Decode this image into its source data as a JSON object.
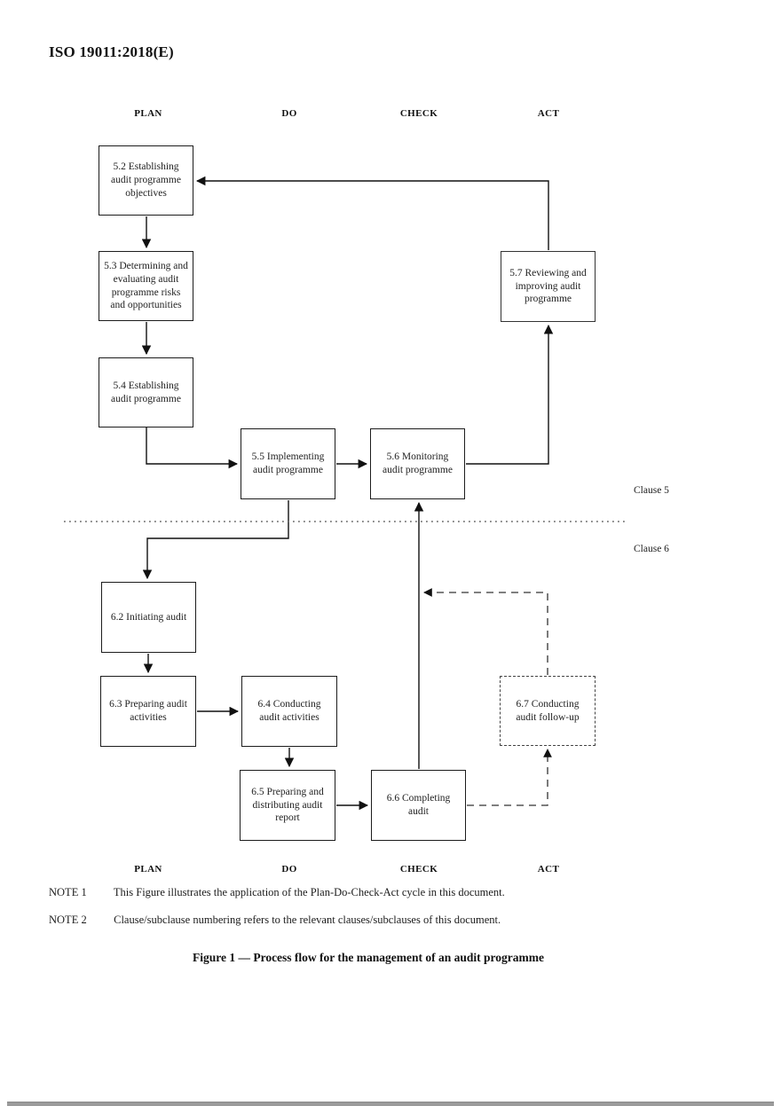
{
  "page": {
    "doc_id": "ISO 19011:2018(E)",
    "figure_caption": "Figure 1 — Process flow for the management of an audit programme",
    "notes": [
      {
        "label": "NOTE 1",
        "text": "This Figure illustrates the application of the Plan-Do-Check-Act cycle in this document."
      },
      {
        "label": "NOTE 2",
        "text": "Clause/subclause numbering refers to the relevant clauses/subclauses of this document."
      }
    ]
  },
  "diagram": {
    "column_headers": [
      "PLAN",
      "DO",
      "CHECK",
      "ACT"
    ],
    "clause_labels": [
      "Clause 5",
      "Clause 6"
    ],
    "nodes": [
      {
        "id": "5.2",
        "label": "5.2 Establishing audit programme objectives",
        "style": "solid"
      },
      {
        "id": "5.3",
        "label": "5.3 Determining and evaluating audit programme risks and opportunities",
        "style": "solid"
      },
      {
        "id": "5.4",
        "label": "5.4 Establishing audit programme",
        "style": "solid"
      },
      {
        "id": "5.5",
        "label": "5.5 Implementing audit programme",
        "style": "solid"
      },
      {
        "id": "5.6",
        "label": "5.6 Monitoring audit programme",
        "style": "solid"
      },
      {
        "id": "5.7",
        "label": "5.7 Reviewing and improving audit programme",
        "style": "solid"
      },
      {
        "id": "6.2",
        "label": "6.2 Initiating audit",
        "style": "solid"
      },
      {
        "id": "6.3",
        "label": "6.3 Preparing audit activities",
        "style": "solid"
      },
      {
        "id": "6.4",
        "label": "6.4 Conducting audit activities",
        "style": "solid"
      },
      {
        "id": "6.5",
        "label": "6.5 Preparing and distributing audit report",
        "style": "solid"
      },
      {
        "id": "6.6",
        "label": "6.6 Completing audit",
        "style": "solid"
      },
      {
        "id": "6.7",
        "label": "6.7 Conducting audit follow-up",
        "style": "dashed"
      }
    ],
    "edges": [
      {
        "from": "5.2",
        "to": "5.3",
        "style": "solid"
      },
      {
        "from": "5.3",
        "to": "5.4",
        "style": "solid"
      },
      {
        "from": "5.4",
        "to": "5.5",
        "style": "solid"
      },
      {
        "from": "5.5",
        "to": "5.6",
        "style": "solid"
      },
      {
        "from": "5.6",
        "to": "5.7",
        "style": "solid"
      },
      {
        "from": "5.7",
        "to": "5.2",
        "style": "solid"
      },
      {
        "from": "5.5",
        "to": "6.2",
        "style": "solid"
      },
      {
        "from": "6.2",
        "to": "6.3",
        "style": "solid"
      },
      {
        "from": "6.3",
        "to": "6.4",
        "style": "solid"
      },
      {
        "from": "6.4",
        "to": "6.5",
        "style": "solid"
      },
      {
        "from": "6.5",
        "to": "6.6",
        "style": "solid"
      },
      {
        "from": "6.6",
        "to": "5.6",
        "style": "solid"
      },
      {
        "from": "6.6",
        "to": "6.7",
        "style": "dashed"
      },
      {
        "from": "6.7",
        "to": "5.6",
        "style": "dashed",
        "note": "joins the 6.6 to 5.6 connector"
      }
    ],
    "divider": {
      "between": [
        "Clause 5",
        "Clause 6"
      ],
      "style": "dotted"
    }
  },
  "colors": {
    "background": "#ffffff",
    "line": "#111111",
    "dashed_line": "#333333",
    "text": "#1a1a1a"
  }
}
